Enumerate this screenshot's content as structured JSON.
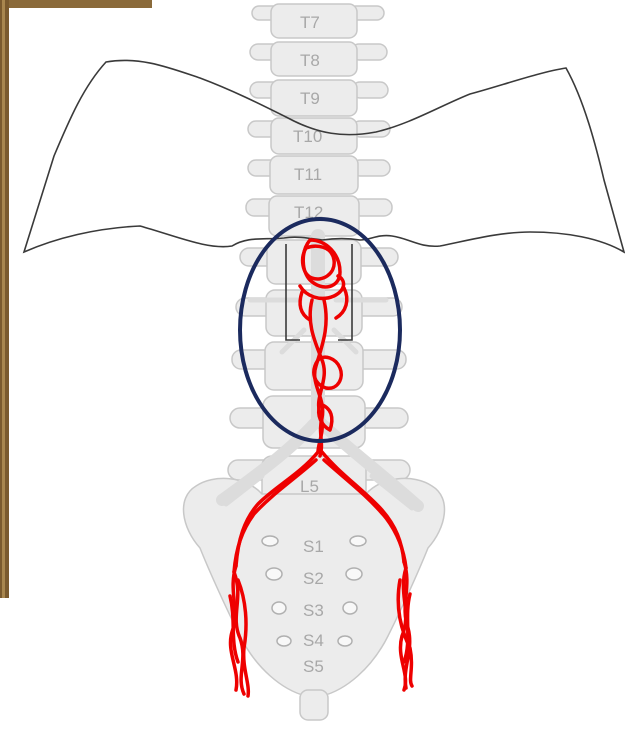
{
  "vertebrae": {
    "thoracic": [
      "T7",
      "T8",
      "T9",
      "T10",
      "T11",
      "T12"
    ],
    "lumbar_visible": [
      "L5"
    ],
    "sacral": [
      "S1",
      "S2",
      "S3",
      "S4",
      "S5"
    ]
  },
  "colors": {
    "background": "#ffffff",
    "bone_fill": "#ececec",
    "bone_stroke": "#c8c8c8",
    "label": "#a8a8a8",
    "diaphragm_outline": "#3a3a3a",
    "nerve_plexus": "#ee0000",
    "highlight_ellipse": "#1b2a5e",
    "photo_edge": "#8a6a3a"
  },
  "annotations": {
    "highlight": "ellipse-around-celiac-plexus"
  }
}
